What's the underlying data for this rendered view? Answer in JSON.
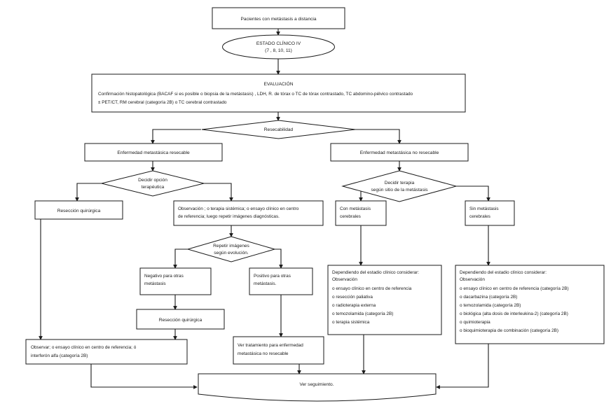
{
  "diagram": {
    "title": "Pacientes con metastasis a distancia - algoritmo",
    "language": "es",
    "colors": {
      "background": "#ffffff",
      "stroke": "#1a1a1a",
      "shadow": "#9a9a9a"
    }
  },
  "nodes": {
    "start": {
      "label": "Pacientes con metástasis a distancia",
      "shape": "rectangle"
    },
    "stage": {
      "line1": "ESTADO CLÍNICO IV",
      "line2": "(7 , 8, 10, 11)",
      "shape": "ellipse"
    },
    "evaluation": {
      "heading": "EVALUACIÓN",
      "line1": "Confirmación histopatológica (BACAF si es posible o biopsia de la metástasis) , LDH, R. de tórax o TC de tórax contrastado, TC abdomino-pélvico contrastado",
      "line2": "± PET/CT, RM cerebral (categoría 2B) o TC cerebral contrastado",
      "shape": "rectangle"
    },
    "resectability": {
      "label": "Resecabilidad",
      "shape": "diamond"
    },
    "resectable": {
      "label": "Enfermedad metastásica resecable",
      "shape": "rectangle"
    },
    "not_resectable": {
      "label": "Enfermedad metastásica no resecable",
      "shape": "rectangle"
    },
    "decide_option": {
      "line1": "Decidir opción",
      "line2": "terapéutica",
      "shape": "diamond"
    },
    "decide_therapy": {
      "line1": "Decidir terapia",
      "line2": "según sitio de la metástasis",
      "shape": "diamond"
    },
    "surgical_resection_1": {
      "label": "Resección quirúrgica",
      "shape": "rectangle"
    },
    "observation_systemic": {
      "line1": "Observación ; o terapia sistémica; o ensayo clínico en centro",
      "line2": "de referencia; luego repetir imágenes diagnósticas.",
      "shape": "rectangle"
    },
    "with_brain_mets": {
      "line1": "Con metástasis",
      "line2": "cerebrales",
      "shape": "rectangle"
    },
    "without_brain_mets": {
      "line1": "Sin metástasis",
      "line2": "cerebrales",
      "shape": "rectangle"
    },
    "repeat_images": {
      "line1": "Repetir imágenes",
      "line2": "según evolución.",
      "shape": "diamond"
    },
    "negative_other": {
      "line1": "Negativo para otras",
      "line2": "metástasis",
      "shape": "rectangle"
    },
    "positive_other": {
      "line1": "Positivo para otras",
      "line2": "metástasis.",
      "shape": "rectangle"
    },
    "brain_treatment": {
      "heading1": "Dependiendo del estadio clínico considerar:",
      "heading2": "Observación",
      "options": [
        "o ensayo clínico en centro de referencia",
        "o resección paliativa",
        "o radioterapia externa",
        "o temozolamida (categoría 2B)",
        "o terapia sistémica"
      ],
      "shape": "rectangle"
    },
    "nonbrain_treatment": {
      "heading1": "Dependiendo del estadio clínico considerar:",
      "heading2": "Observación",
      "options": [
        "o ensayo clínico en centro de referencia (categoría 2B)",
        "o dacarbazina (categoría 2B)",
        "o temozolamida (categoría 2B)",
        "o biológica (alta dosis de interleukina-2) (categoría 2B)",
        "o quimioterapia",
        "o bioquimioterapia de combinación (categoría 2B)"
      ],
      "shape": "rectangle"
    },
    "surgical_resection_2": {
      "label": "Resección quirúrgica",
      "shape": "rectangle"
    },
    "see_treatment_nonresectable": {
      "line1": "Ver tratamiento para enfermedad",
      "line2": "metastásica no resecable",
      "shape": "rectangle"
    },
    "observe_interferon": {
      "line1": "Observar; o ensayo clínico en centro de referencia; ó",
      "line2": "interferón alfa (categoría 2B)",
      "shape": "rectangle"
    },
    "follow_up": {
      "label": "Ver seguimiento.",
      "shape": "document"
    }
  }
}
